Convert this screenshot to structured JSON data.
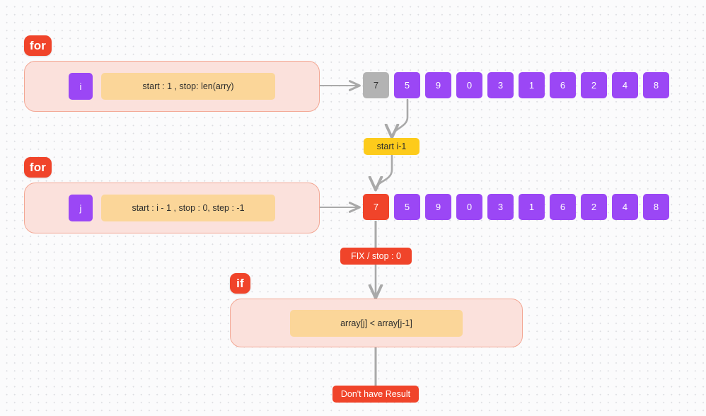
{
  "canvas": {
    "background": "#fbfbfc",
    "dot_color": "#dcdde1"
  },
  "palette": {
    "accent_red": "#f0442a",
    "purple": "#9b47f5",
    "yellow_pill": "#fdcb1b",
    "amber_chip": "#fbd699",
    "pink_block": "#fbe1dc",
    "pink_border": "#f3a794",
    "gray_cell": "#b3b3b3",
    "connector": "#a9a9a9"
  },
  "outer_loop": {
    "badge": "for",
    "variable": "i",
    "range": "start : 1 , stop: len(arry)"
  },
  "inner_loop": {
    "badge": "for",
    "variable": "j",
    "range": "start : i - 1 , stop : 0, step : -1"
  },
  "condition": {
    "badge": "if",
    "expression": "array[j] < array[j-1]"
  },
  "arrays": [
    {
      "name": "outer-array",
      "cells": [
        {
          "value": "7",
          "state": "gray"
        },
        {
          "value": "5",
          "state": "default"
        },
        {
          "value": "9",
          "state": "default"
        },
        {
          "value": "0",
          "state": "default"
        },
        {
          "value": "3",
          "state": "default"
        },
        {
          "value": "1",
          "state": "default"
        },
        {
          "value": "6",
          "state": "default"
        },
        {
          "value": "2",
          "state": "default"
        },
        {
          "value": "4",
          "state": "default"
        },
        {
          "value": "8",
          "state": "default"
        }
      ]
    },
    {
      "name": "inner-array",
      "cells": [
        {
          "value": "7",
          "state": "red"
        },
        {
          "value": "5",
          "state": "default"
        },
        {
          "value": "9",
          "state": "default"
        },
        {
          "value": "0",
          "state": "default"
        },
        {
          "value": "3",
          "state": "default"
        },
        {
          "value": "1",
          "state": "default"
        },
        {
          "value": "6",
          "state": "default"
        },
        {
          "value": "2",
          "state": "default"
        },
        {
          "value": "4",
          "state": "default"
        },
        {
          "value": "8",
          "state": "default"
        }
      ]
    }
  ],
  "pills": {
    "start_label": "start i-1",
    "fix_label": "FIX / stop : 0",
    "result_label": "Don't have Result"
  }
}
